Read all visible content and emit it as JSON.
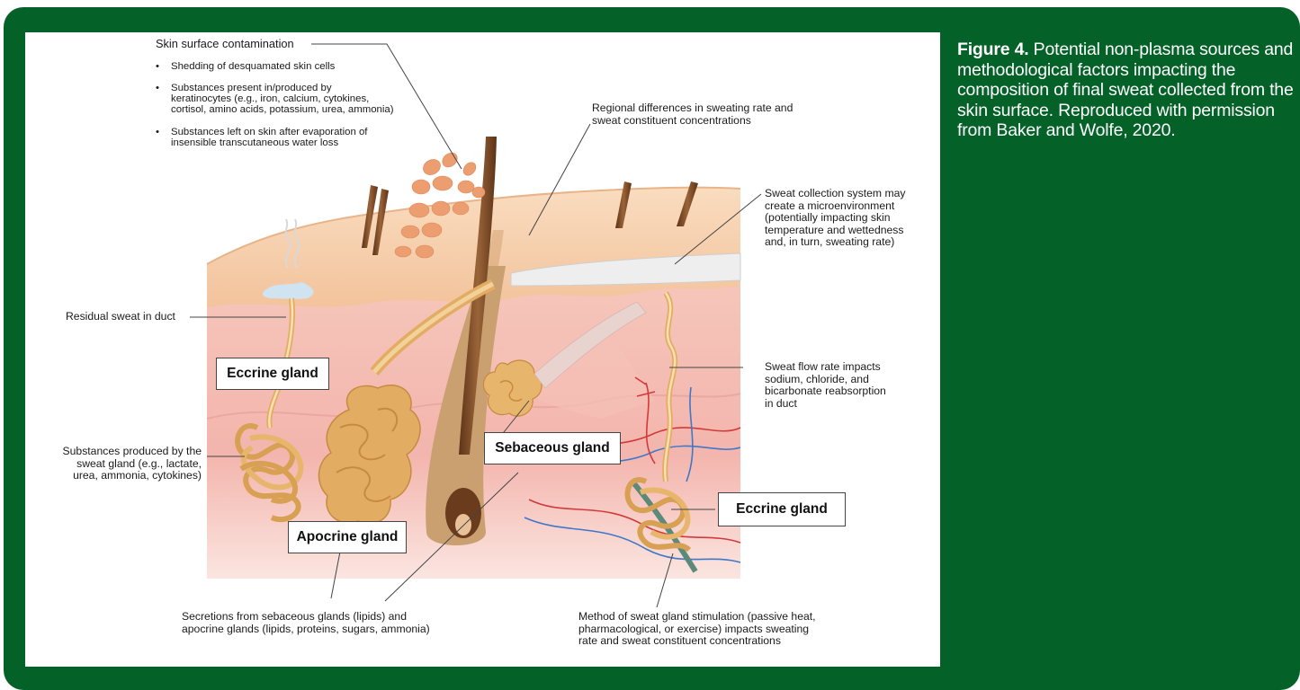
{
  "caption": {
    "figure_label": "Figure 4.",
    "text": " Potential non-plasma sources and methodological factors impacting the composition of final sweat collected from the skin surface. Reproduced with permission from Baker and Wolfe, 2020."
  },
  "diagram": {
    "contamination_title": "Skin surface contamination",
    "bullet_1": "Shedding of desquamated skin cells",
    "bullet_2": "Substances present in/produced by\nkeratinocytes (e.g., iron, calcium, cytokines,\ncortisol, amino acids, potassium, urea, ammonia)",
    "bullet_3": "Substances left on skin after evaporation of\ninsensible transcutaneous water loss",
    "regional_label": "Regional differences in sweating rate and\nsweat constituent concentrations",
    "collection_label": "Sweat collection system may\ncreate a microenvironment\n(potentially impacting skin\ntemperature and wettedness\nand, in turn, sweating rate)",
    "residual_label": "Residual sweat in duct",
    "flow_label": "Sweat flow rate impacts\nsodium, chloride, and\nbicarbonate reabsorption\nin duct",
    "substances_label": "Substances produced by the\nsweat gland (e.g., lactate,\nurea, ammonia, cytokines)",
    "secretions_label": "Secretions from sebaceous glands (lipids) and\napocrine glands (lipids, proteins, sugars, ammonia)",
    "method_label": "Method of sweat gland stimulation (passive heat,\npharmacological, or exercise) impacts sweating\nrate and sweat constituent concentrations",
    "eccrine_gland_left": "Eccrine gland",
    "eccrine_gland_right": "Eccrine gland",
    "sebaceous_gland": "Sebaceous gland",
    "apocrine_gland": "Apocrine gland"
  },
  "colors": {
    "panel_green": "#046128",
    "epidermis": "#f6d0ad",
    "dermis": "#f7c9c0",
    "gland": "#e8b56c",
    "hair": "#7a4a26"
  }
}
